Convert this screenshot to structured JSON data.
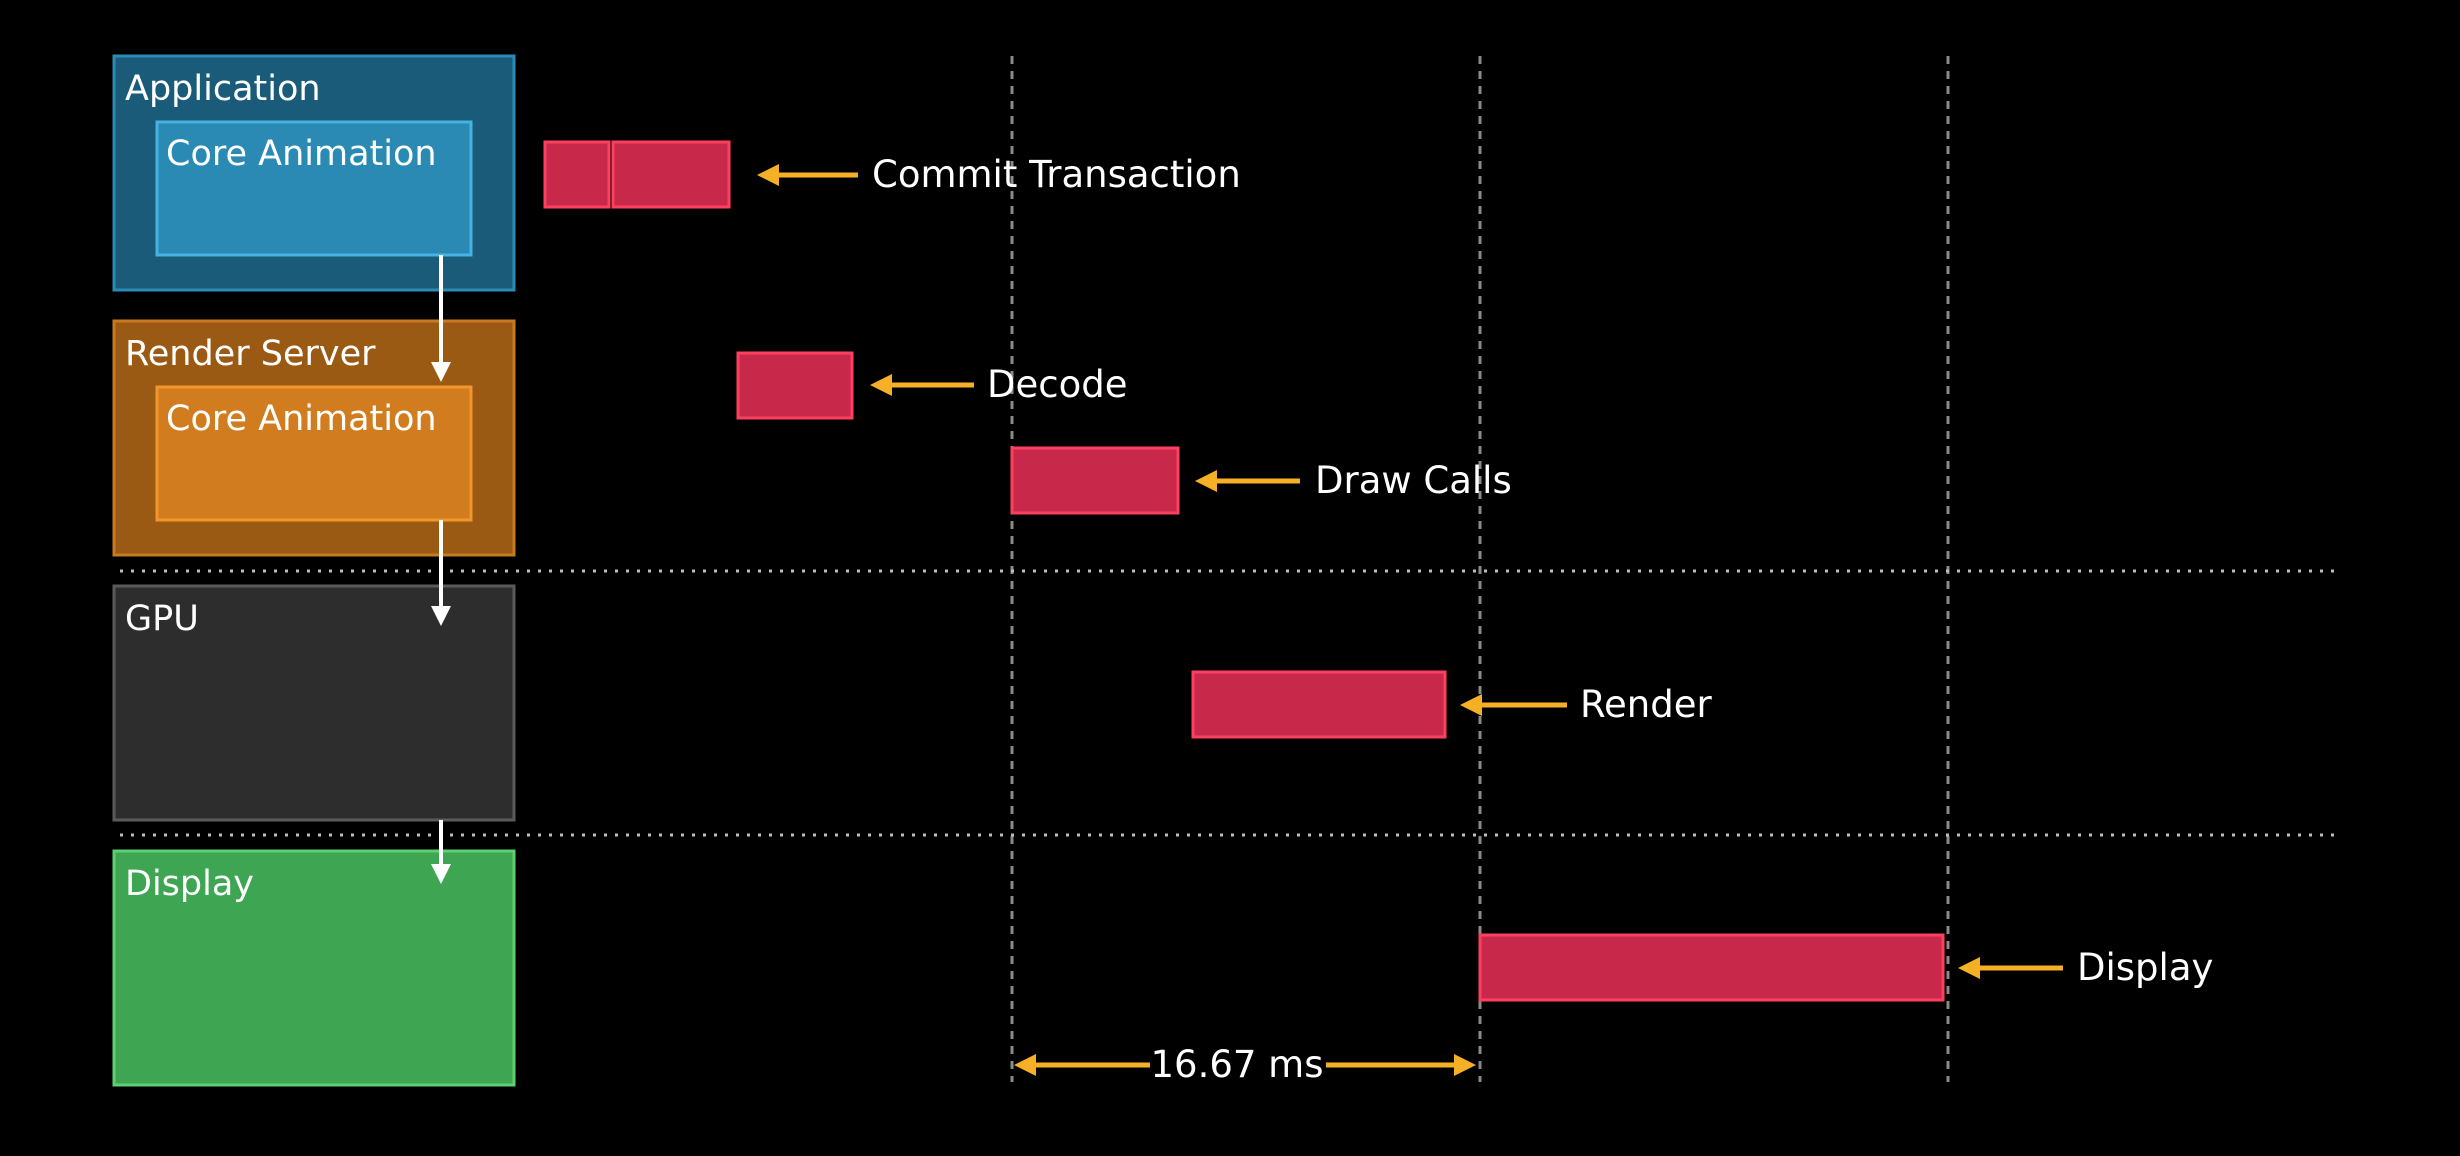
{
  "stages": {
    "application": {
      "title": "Application",
      "inner": "Core Animation",
      "fill": "#1a5b7a",
      "stroke": "#2a8cb4",
      "inner_fill": "#2a8ab3",
      "inner_stroke": "#46b3e3"
    },
    "render_server": {
      "title": "Render Server",
      "inner": "Core Animation",
      "fill": "#9b5a14",
      "stroke": "#c77a22",
      "inner_fill": "#d17c1e",
      "inner_stroke": "#f2962c"
    },
    "gpu": {
      "title": "GPU",
      "fill": "#2d2d2d",
      "stroke": "#5a5a5a"
    },
    "display": {
      "title": "Display",
      "fill": "#3ea552",
      "stroke": "#5ed070"
    }
  },
  "annotations": {
    "commit": "Commit Transaction",
    "decode": "Decode",
    "draw_calls": "Draw Calls",
    "render": "Render",
    "display": "Display"
  },
  "interval": {
    "label": "16.67 ms"
  },
  "colors": {
    "bar": "#c8284a",
    "arrow": "#f6b026",
    "flow_arrow": "#ffffff",
    "background": "#000000"
  }
}
